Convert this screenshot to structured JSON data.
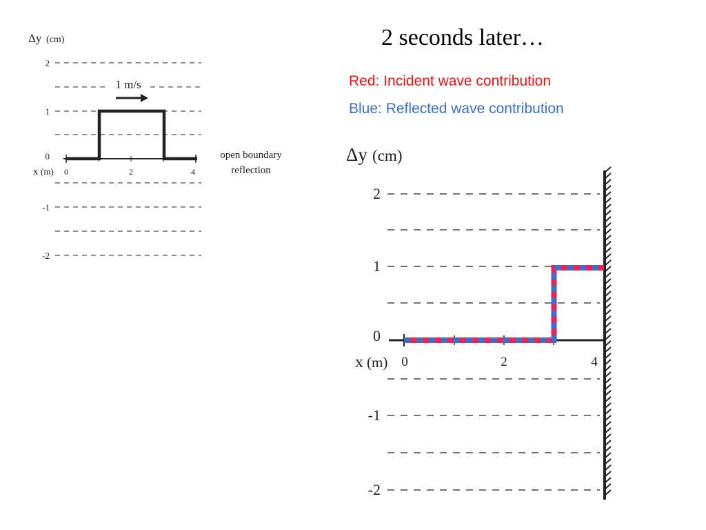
{
  "slide": {
    "title": "2 seconds later…",
    "legend": {
      "incident": {
        "text": "Red: Incident wave contribution",
        "color": "#ee1111"
      },
      "reflected": {
        "text": "Blue: Reflected wave contribution",
        "color": "#3a6fd1"
      }
    }
  },
  "small_diagram": {
    "y_axis_label": "Δy",
    "y_axis_unit": "(cm)",
    "x_axis_label": "x",
    "x_axis_unit": "(m)",
    "y_ticks": [
      "2",
      "1",
      "0",
      "-1",
      "-2"
    ],
    "x_ticks": [
      "0",
      "2",
      "4"
    ],
    "speed_label": "1 m/s",
    "boundary_label_line1": "open boundary",
    "boundary_label_line2": "reflection",
    "pulse": {
      "x_start": 1,
      "x_end": 3,
      "height": 1
    },
    "line_color": "#222222"
  },
  "large_diagram": {
    "y_axis_label": "Δy",
    "y_axis_unit": "(cm)",
    "x_axis_label": "x",
    "x_axis_unit": "(m)",
    "y_ticks": [
      "2",
      "1",
      "0",
      "-1",
      "-2"
    ],
    "x_ticks": [
      "0",
      "2",
      "4"
    ],
    "wave_points": [
      [
        0,
        0
      ],
      [
        3,
        0
      ],
      [
        3,
        1
      ],
      [
        4,
        1
      ]
    ],
    "incident_color": "#ee2255",
    "reflected_color": "#3a6fd1"
  }
}
